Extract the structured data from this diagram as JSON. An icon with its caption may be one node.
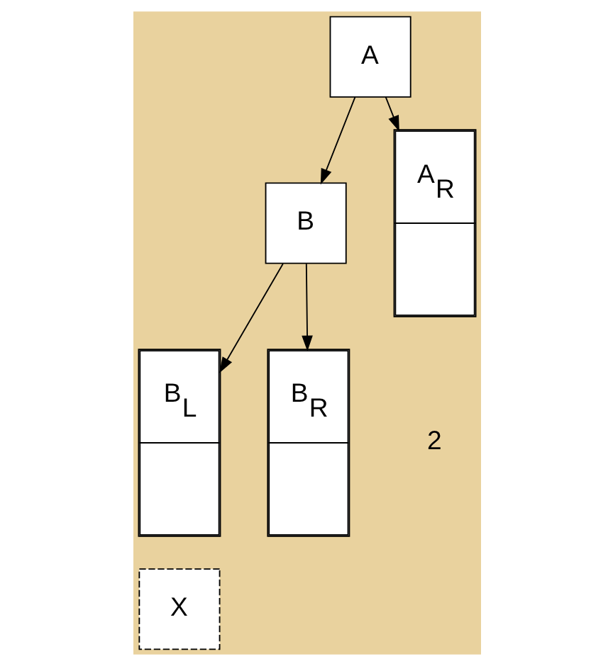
{
  "diagram": {
    "nodes": [
      {
        "text": [
          "A"
        ]
      },
      {
        "text": [
          "B"
        ]
      },
      {
        "text": [
          "A$_{R}$"
        ]
      },
      {
        "text": [
          "B$_{L}$"
        ]
      },
      {
        "text": [
          "B$_{R}$"
        ]
      },
      {
        "text": [
          "X"
        ]
      }
    ],
    "edges": [
      {
        "from": 0,
        "to": 1,
        "arrow": "to"
      },
      {
        "from": 0,
        "to": 2,
        "arrow": "to"
      },
      {
        "from": 1,
        "to": 3,
        "arrow": "to"
      },
      {
        "from": 1,
        "to": 4,
        "arrow": "to"
      }
    ],
    "labels": [
      "2"
    ]
  }
}
